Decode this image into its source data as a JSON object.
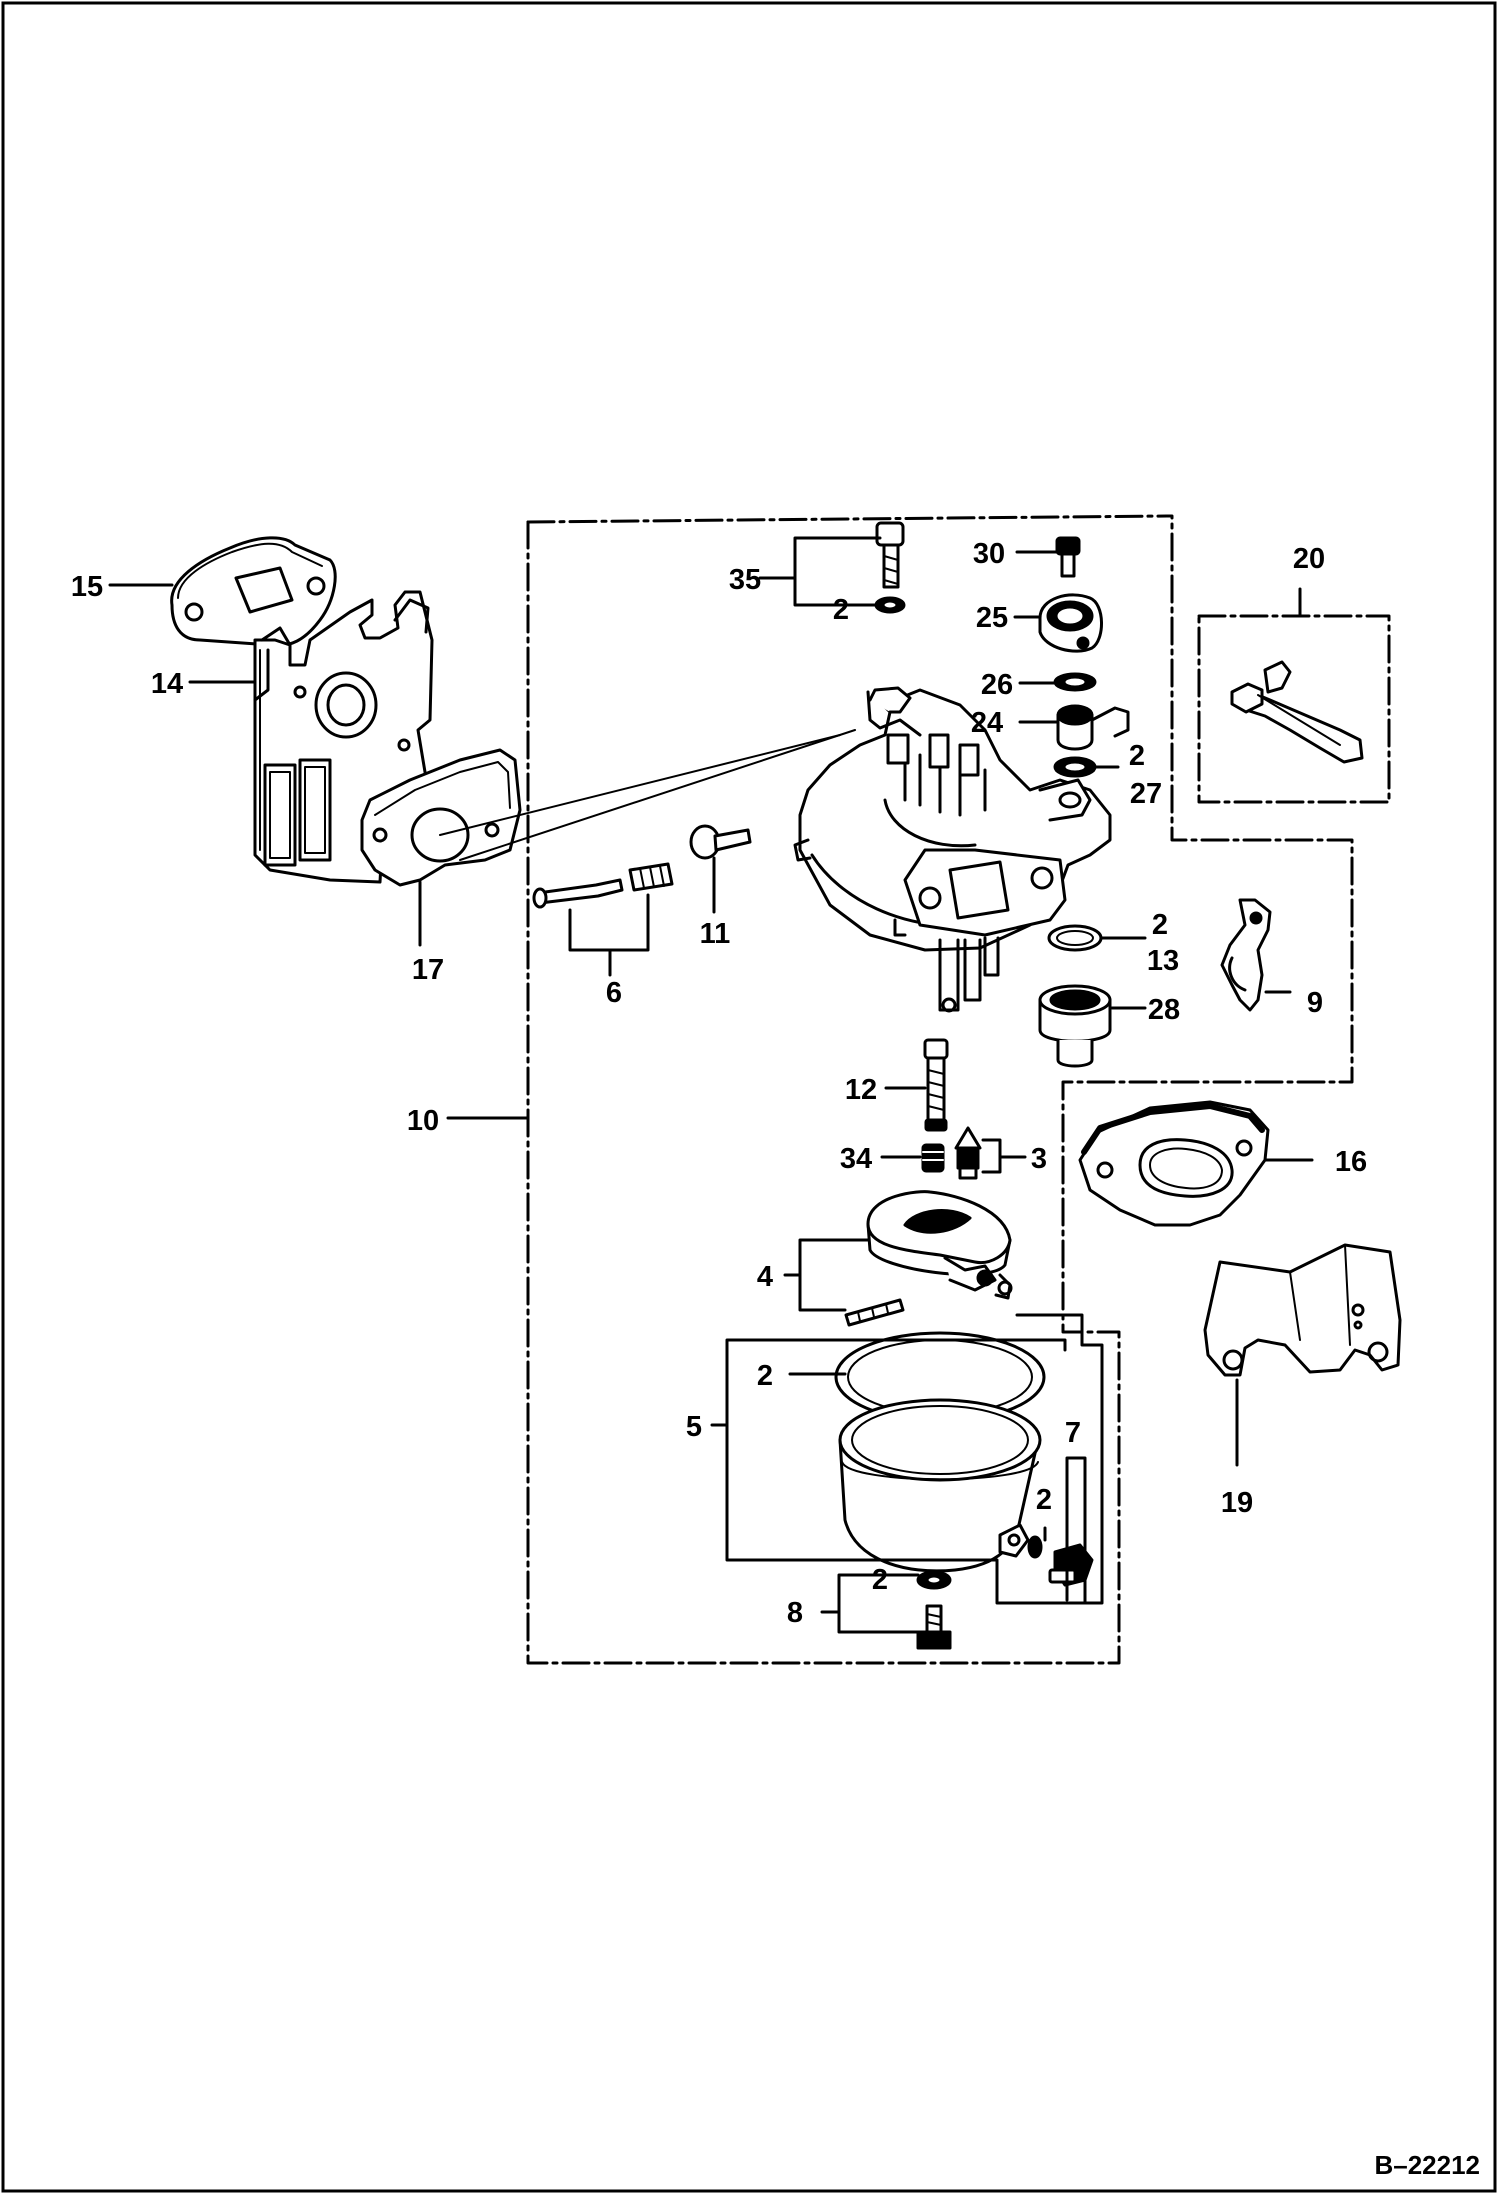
{
  "diagram": {
    "drawing_number": "B–22212",
    "callouts": {
      "c15": "15",
      "c14": "14",
      "c17": "17",
      "c35": "35",
      "c2_35": "2",
      "c30": "30",
      "c25": "25",
      "c26": "26",
      "c24": "24",
      "c2_27": "2",
      "c27": "27",
      "c20": "20",
      "c6": "6",
      "c11": "11",
      "c2_13": "2",
      "c13": "13",
      "c28": "28",
      "c9": "9",
      "c10": "10",
      "c12": "12",
      "c34": "34",
      "c3": "3",
      "c16": "16",
      "c4": "4",
      "c2_5": "2",
      "c5": "5",
      "c7": "7",
      "c2_7": "2",
      "c19": "19",
      "c2_8": "2",
      "c8": "8"
    }
  }
}
